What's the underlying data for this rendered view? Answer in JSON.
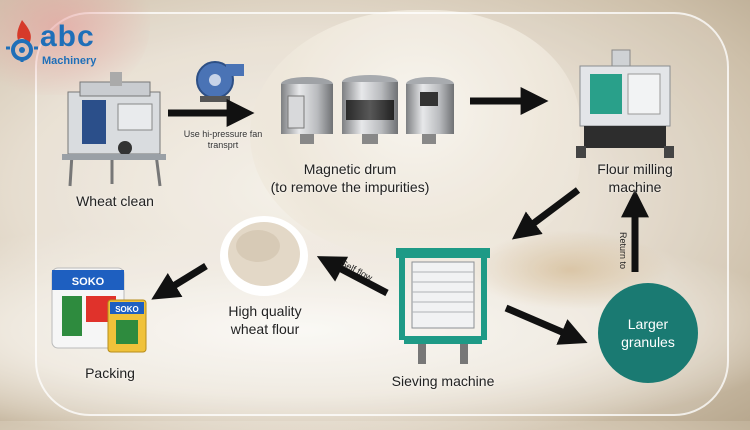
{
  "brand": {
    "name": "abc",
    "sub": "Machinery",
    "colors": {
      "blue": "#1f6fb8",
      "red": "#d63a2a"
    }
  },
  "steps": {
    "wheat_clean": "Wheat clean",
    "fan_line1": "Use hi-pressure fan",
    "fan_line2": "transprt",
    "magnetic_line1": "Magnetic drum",
    "magnetic_line2": "(to remove the impurities)",
    "milling_line1": "Flour milling",
    "milling_line2": "machine",
    "return_to": "Return to",
    "granules_line1": "Larger",
    "granules_line2": "granules",
    "sieving": "Sieving machine",
    "self_flow": "Self flow",
    "flour_line1": "High quality",
    "flour_line2": "wheat flour",
    "packing": "Packing"
  },
  "packaging": {
    "brand_text": "SOKO"
  },
  "colors": {
    "arrow": "#111111",
    "granules": "#1a7a72",
    "sieve_frame": "#1e9a86"
  }
}
